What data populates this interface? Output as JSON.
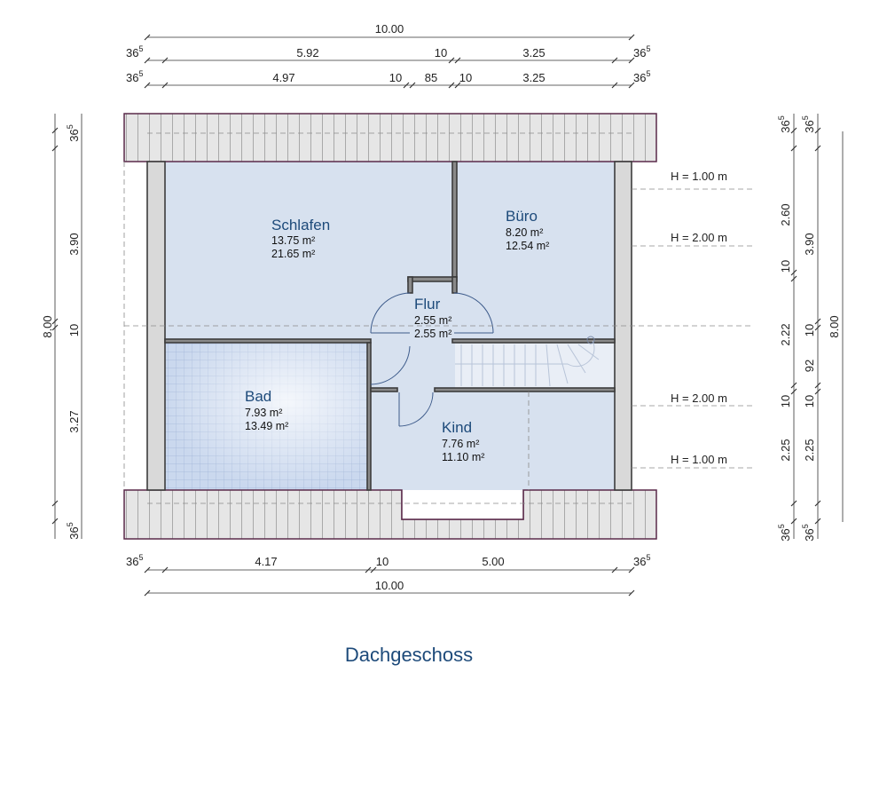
{
  "floor_title": "Dachgeschoss",
  "rooms": {
    "schlafen": {
      "name": "Schlafen",
      "area1": "13.75 m²",
      "area2": "21.65 m²"
    },
    "buero": {
      "name": "Büro",
      "area1": "8.20 m²",
      "area2": "12.54 m²"
    },
    "flur": {
      "name": "Flur",
      "area1": "2.55 m²",
      "area2": "2.55 m²"
    },
    "bad": {
      "name": "Bad",
      "area1": "7.93 m²",
      "area2": "13.49 m²"
    },
    "kind": {
      "name": "Kind",
      "area1": "7.76 m²",
      "area2": "11.10 m²"
    }
  },
  "dims": {
    "top_total": "10.00",
    "top_row1": {
      "wall": "36",
      "wall_sup": "5",
      "a": "5.92",
      "b": "10",
      "c": "3.25"
    },
    "top_row2": {
      "wall": "36",
      "wall_sup": "5",
      "a": "4.97",
      "b": "10",
      "c": "85",
      "d": "10",
      "e": "3.25"
    },
    "bottom_row": {
      "wall": "36",
      "wall_sup": "5",
      "a": "4.17",
      "b": "10",
      "c": "5.00"
    },
    "bottom_total": "10.00",
    "left": {
      "wall": "36",
      "wall_sup": "5",
      "a": "3.90",
      "b": "10",
      "c": "3.27",
      "total": "8.00"
    },
    "right1": {
      "wall": "36",
      "wall_sup": "5",
      "a": "2.60",
      "b": "10",
      "c": "2.22",
      "d": "10",
      "e": "2.25"
    },
    "right2": {
      "wall": "36",
      "wall_sup": "5",
      "a": "3.90",
      "b": "10",
      "c": "92",
      "d": "10",
      "e": "2.25",
      "total": "8.00"
    }
  },
  "heights": [
    "H = 1.00 m",
    "H = 2.00 m",
    "H = 2.00 m",
    "H = 1.00 m"
  ],
  "colors": {
    "floor": "#d7e1ef",
    "tile": "#c9d7ec",
    "roof": "#e6e6e6",
    "roof_edge": "#5a2a4a",
    "wall": "#4a4a4a",
    "label_blue": "#1d4a7a"
  }
}
